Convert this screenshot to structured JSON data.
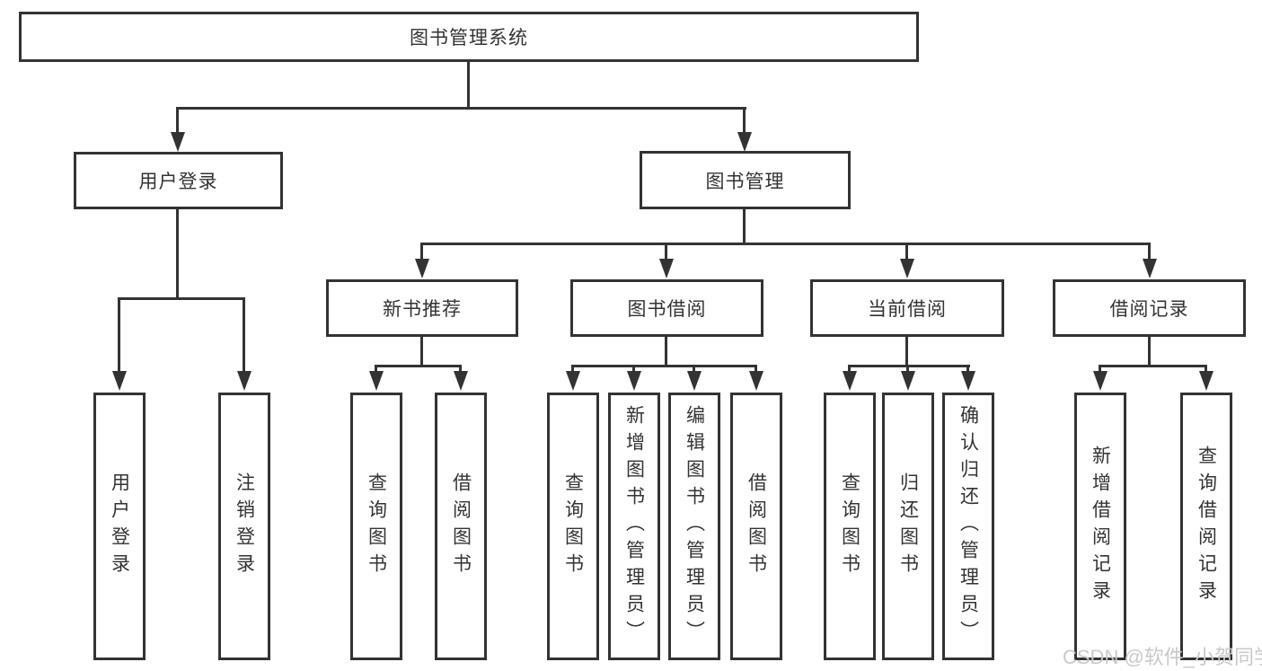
{
  "diagram_type": "tree",
  "watermark": "CSDN @软件_小贺同学",
  "colors": {
    "line": "#333333",
    "node_border": "#333333",
    "text": "#333333",
    "background": "#ffffff",
    "watermark": "#c9c9c9"
  },
  "tree": {
    "label": "图书管理系统",
    "children": [
      {
        "label": "用户登录",
        "children": [
          {
            "label": "用户登录"
          },
          {
            "label": "注销登录"
          }
        ]
      },
      {
        "label": "图书管理",
        "children": [
          {
            "label": "新书推荐",
            "children": [
              {
                "label": "查询图书"
              },
              {
                "label": "借阅图书"
              }
            ]
          },
          {
            "label": "图书借阅",
            "children": [
              {
                "label": "查询图书"
              },
              {
                "label": "新增图书（管理员）"
              },
              {
                "label": "编辑图书（管理员）"
              },
              {
                "label": "借阅图书"
              }
            ]
          },
          {
            "label": "当前借阅",
            "children": [
              {
                "label": "查询图书"
              },
              {
                "label": "归还图书"
              },
              {
                "label": "确认归还（管理员）"
              }
            ]
          },
          {
            "label": "借阅记录",
            "children": [
              {
                "label": "新增借阅记录"
              },
              {
                "label": "查询借阅记录"
              }
            ]
          }
        ]
      }
    ]
  }
}
